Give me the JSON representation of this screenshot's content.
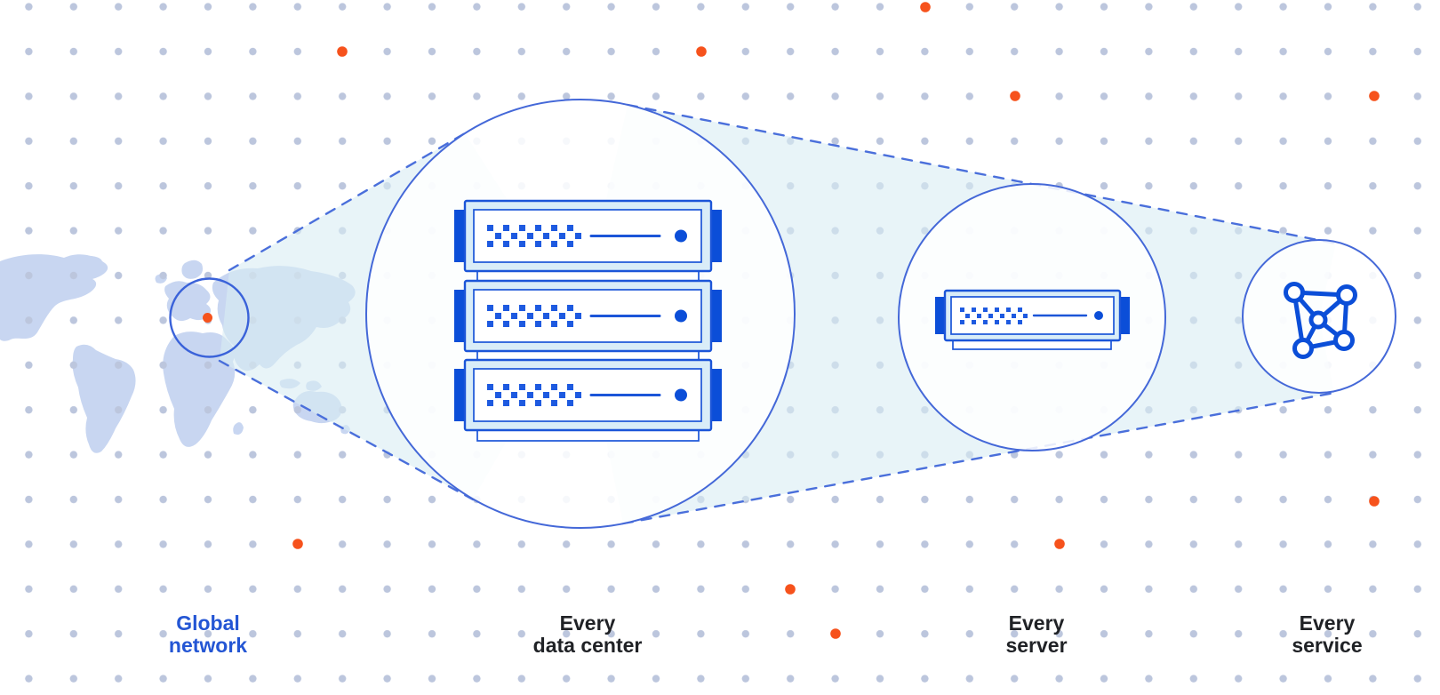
{
  "title": "Global network zoom diagram",
  "stages": [
    {
      "name": "global-network",
      "icon": "world-map-icon",
      "label_line1": "Global",
      "label_line2": "network"
    },
    {
      "name": "every-data-center",
      "icon": "server-rack-icon",
      "label_line1": "Every",
      "label_line2": "data center"
    },
    {
      "name": "every-server",
      "icon": "server-icon",
      "label_line1": "Every",
      "label_line2": "server"
    },
    {
      "name": "every-service",
      "icon": "network-mesh-icon",
      "label_line1": "Every",
      "label_line2": "service"
    }
  ],
  "data_center_server_count": 3,
  "colors": {
    "background": "#ffffff",
    "circle_stroke_blue": "#4468d8",
    "deep_blue": "#0b4ed8",
    "server_outline_blue": "#1b55d8",
    "server_fill_cyan": "#d9edf8",
    "beam_cyan": "#d8edf4",
    "map_fill": "#c8d6f1",
    "grid_dot": "#bcc6dd",
    "orange_dot": "#f6521c",
    "label_dark": "#202226",
    "label_blue": "#2456d4"
  }
}
